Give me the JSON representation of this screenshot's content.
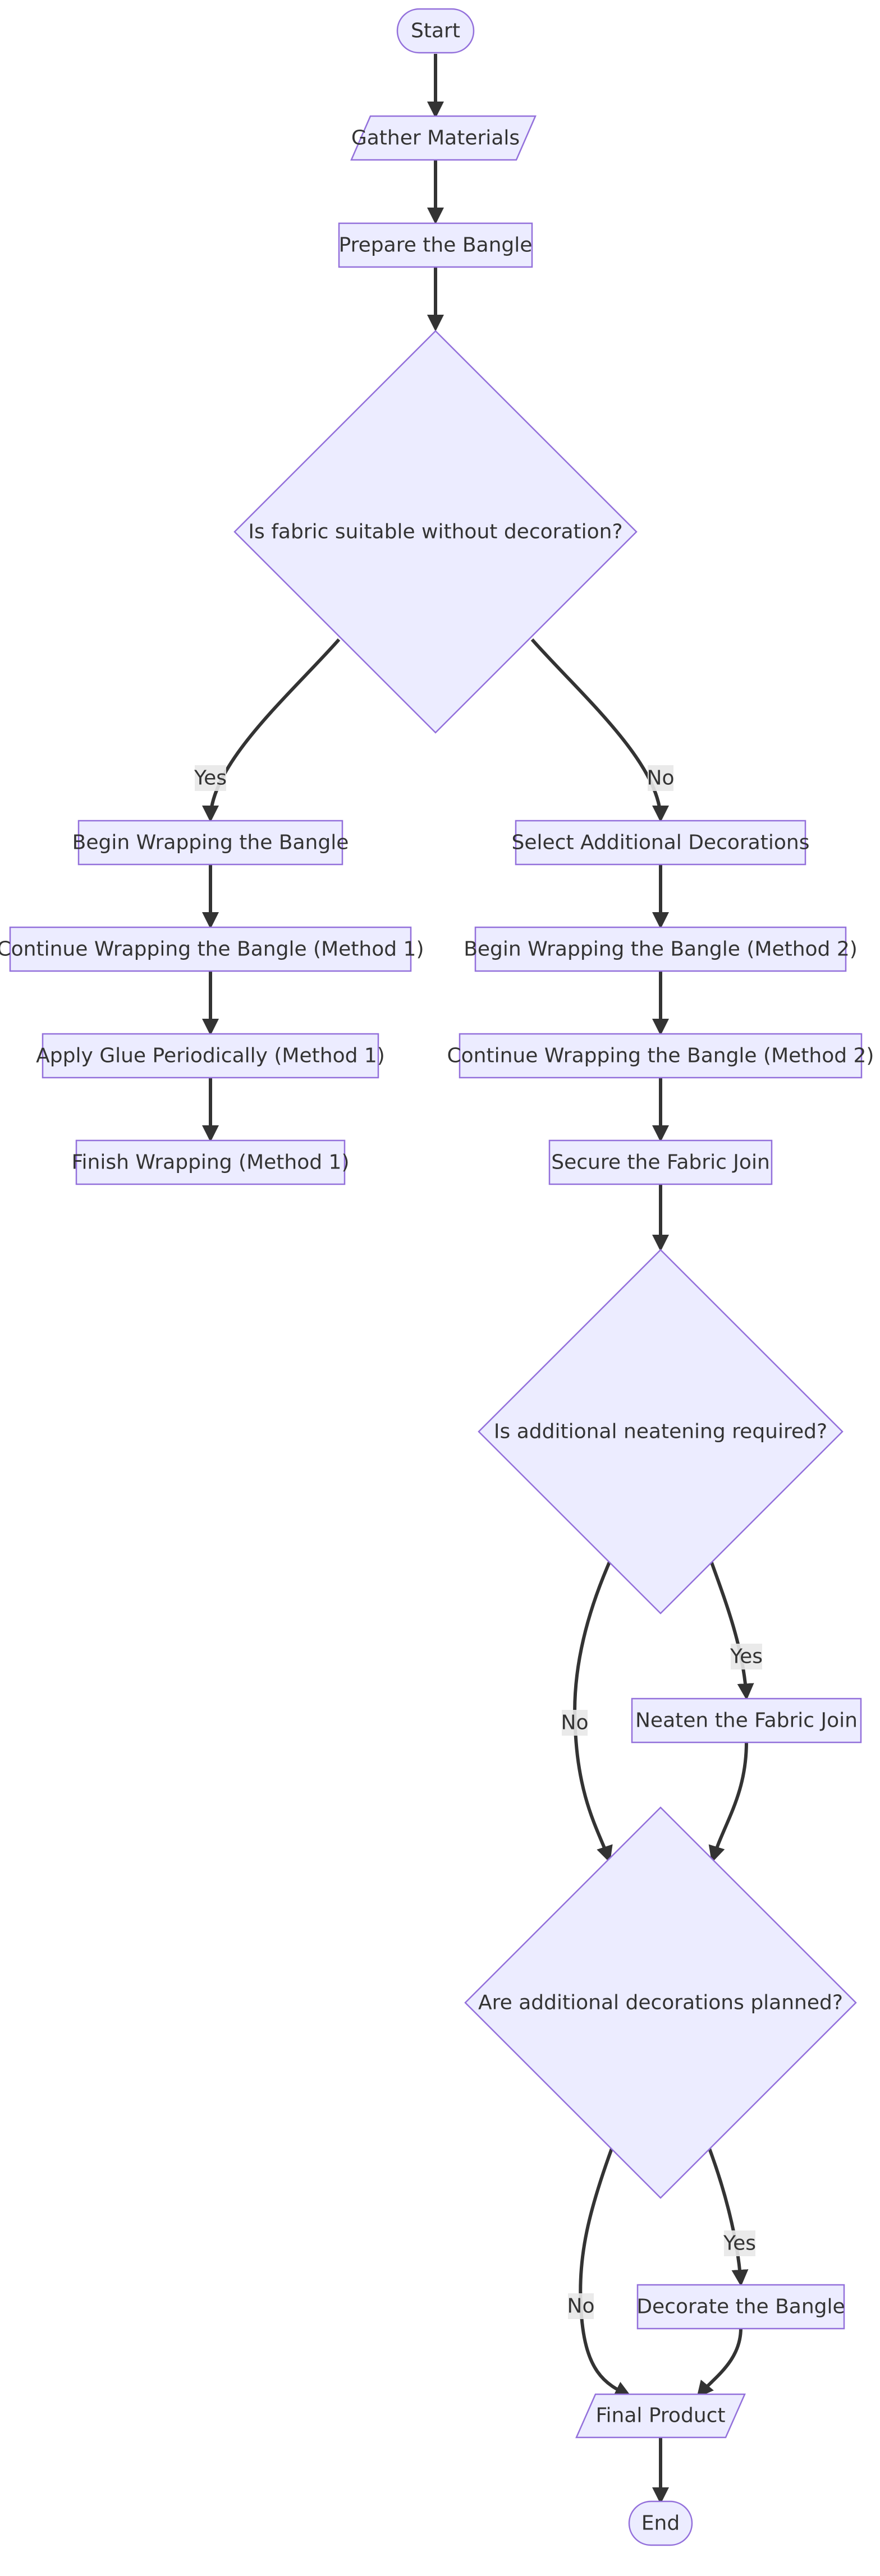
{
  "diagram": {
    "nodes": {
      "start": "Start",
      "gather": "Gather Materials",
      "prepare": "Prepare the Bangle",
      "decision_fabric": "Is fabric suitable without decoration?",
      "begin_wrap_1": "Begin Wrapping the Bangle",
      "continue_wrap_1": "Continue Wrapping the Bangle (Method 1)",
      "apply_glue": "Apply Glue Periodically (Method 1)",
      "finish_wrap_1": "Finish Wrapping (Method 1)",
      "select_decorations": "Select Additional Decorations",
      "begin_wrap_2": "Begin Wrapping the Bangle (Method 2)",
      "continue_wrap_2": "Continue Wrapping the Bangle (Method 2)",
      "secure_join": "Secure the Fabric Join",
      "decision_neaten": "Is additional neatening required?",
      "neaten_join": "Neaten the Fabric Join",
      "decision_decorations": "Are additional decorations planned?",
      "decorate": "Decorate the Bangle",
      "final_product": "Final Product",
      "end": "End"
    },
    "edge_labels": {
      "fabric_yes": "Yes",
      "fabric_no": "No",
      "neaten_no": "No",
      "neaten_yes": "Yes",
      "decorations_no": "No",
      "decorations_yes": "Yes"
    },
    "colors": {
      "node_fill": "#ECECFF",
      "node_stroke": "#9370DB",
      "edge": "#333333",
      "edge_label_bg": "#E8E8E8",
      "text": "#333333"
    }
  }
}
